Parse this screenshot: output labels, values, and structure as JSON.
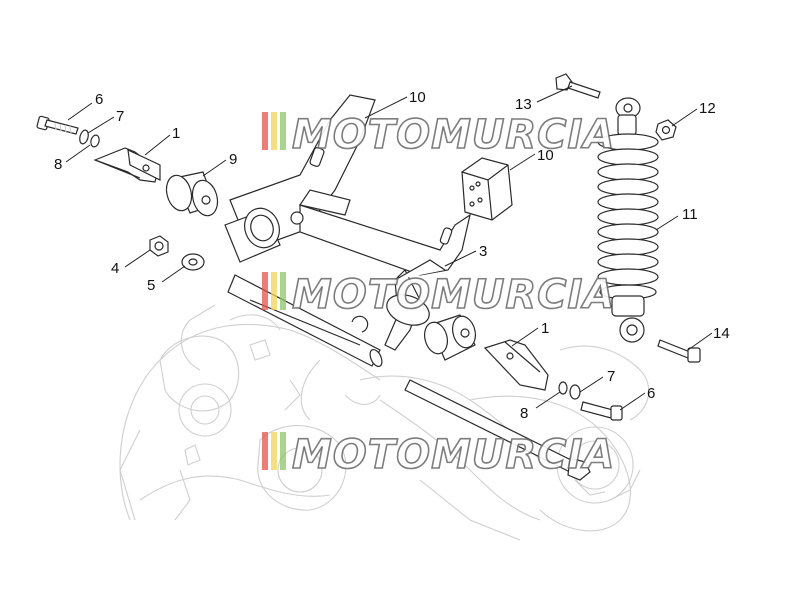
{
  "diagram": {
    "callouts": [
      {
        "id": "c6a",
        "label": "6"
      },
      {
        "id": "c7a",
        "label": "7"
      },
      {
        "id": "c8a",
        "label": "8"
      },
      {
        "id": "c1a",
        "label": "1"
      },
      {
        "id": "c9",
        "label": "9"
      },
      {
        "id": "c10a",
        "label": "10"
      },
      {
        "id": "c10b",
        "label": "10"
      },
      {
        "id": "c13",
        "label": "13"
      },
      {
        "id": "c12",
        "label": "12"
      },
      {
        "id": "c11",
        "label": "11"
      },
      {
        "id": "c3",
        "label": "3"
      },
      {
        "id": "c4",
        "label": "4"
      },
      {
        "id": "c5",
        "label": "5"
      },
      {
        "id": "c1b",
        "label": "1"
      },
      {
        "id": "c14",
        "label": "14"
      },
      {
        "id": "c7b",
        "label": "7"
      },
      {
        "id": "c8b",
        "label": "8"
      },
      {
        "id": "c6b",
        "label": "6"
      }
    ]
  },
  "watermark": {
    "text": "MOTOMURCIA",
    "stripe_colors": [
      "#e8504a",
      "#f2d45c",
      "#8cc56a"
    ]
  }
}
